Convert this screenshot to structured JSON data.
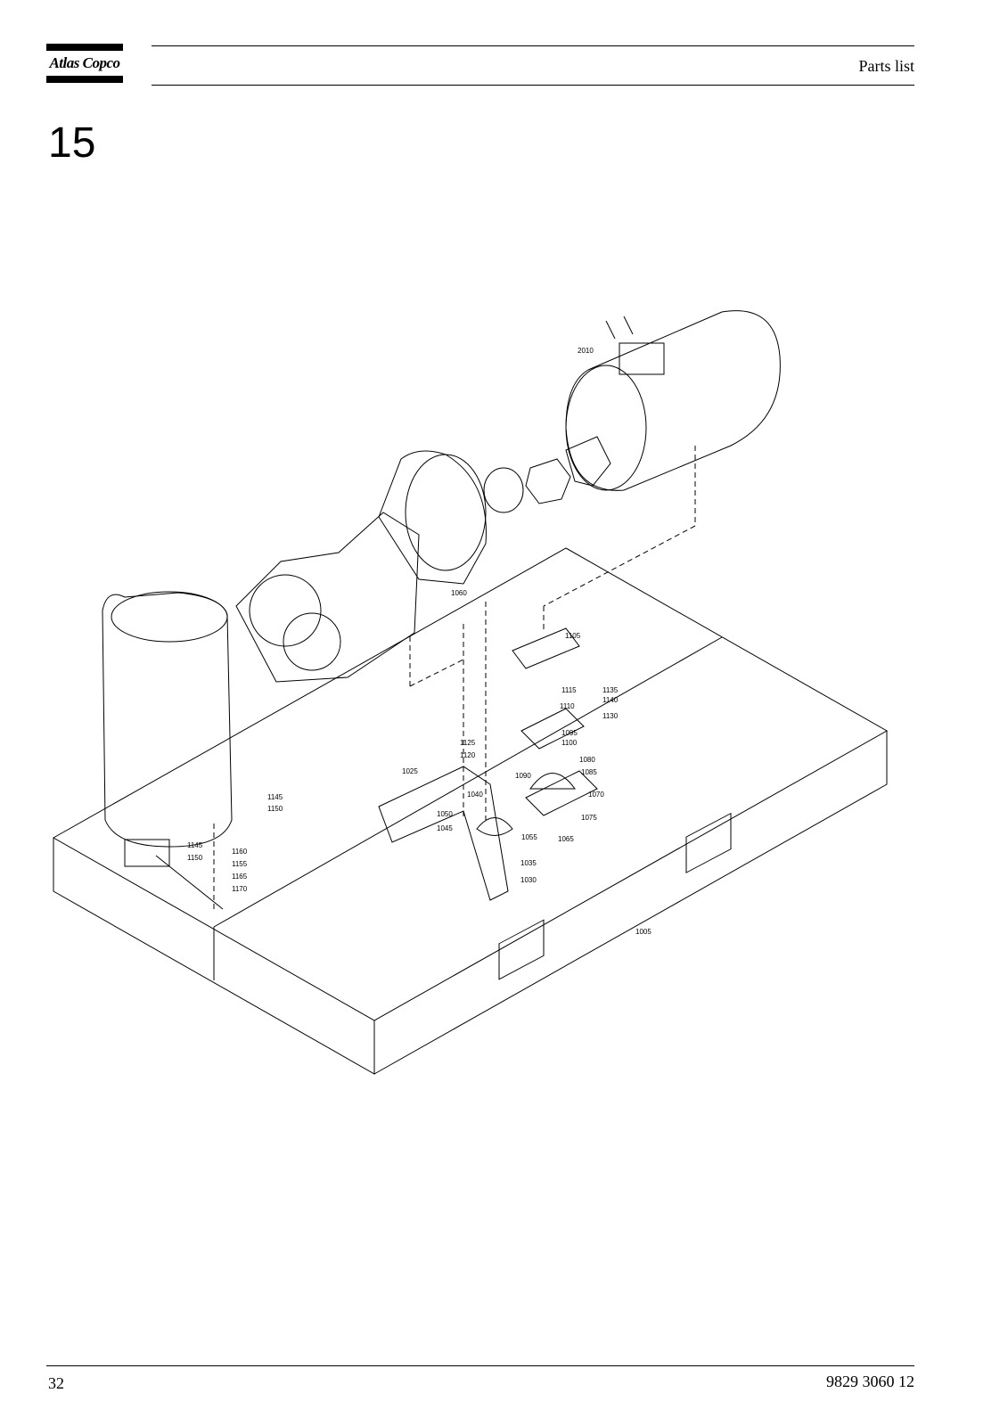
{
  "header": {
    "brand": "Atlas Copco",
    "section_title": "Parts list"
  },
  "chapter": {
    "number": "15"
  },
  "drawing": {
    "callouts": [
      {
        "label": "2010"
      },
      {
        "label": "1060"
      },
      {
        "label": "1105"
      },
      {
        "label": "1115"
      },
      {
        "label": "1135"
      },
      {
        "label": "1140"
      },
      {
        "label": "1110"
      },
      {
        "label": "1130"
      },
      {
        "label": "1095"
      },
      {
        "label": "1100"
      },
      {
        "label": "1125"
      },
      {
        "label": "1120"
      },
      {
        "label": "1080"
      },
      {
        "label": "1085"
      },
      {
        "label": "1090"
      },
      {
        "label": "1025"
      },
      {
        "label": "1040"
      },
      {
        "label": "1070"
      },
      {
        "label": "1075"
      },
      {
        "label": "1050"
      },
      {
        "label": "1045"
      },
      {
        "label": "1055"
      },
      {
        "label": "1065"
      },
      {
        "label": "1145"
      },
      {
        "label": "1150"
      },
      {
        "label": "1145"
      },
      {
        "label": "1150"
      },
      {
        "label": "1160"
      },
      {
        "label": "1155"
      },
      {
        "label": "1165"
      },
      {
        "label": "1170"
      },
      {
        "label": "1035"
      },
      {
        "label": "1030"
      },
      {
        "label": "1005"
      }
    ]
  },
  "footer": {
    "page_number": "32",
    "document_number": "9829 3060 12"
  }
}
